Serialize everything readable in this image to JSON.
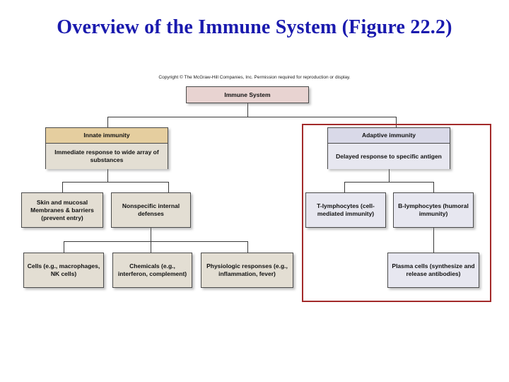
{
  "slide": {
    "title": "Overview of the Immune System (Figure 22.2)",
    "copyright": "Copyright © The McGraw-Hill Companies, Inc. Permission required for reproduction or display.",
    "title_color": "#1a1aae",
    "background_color": "#ffffff"
  },
  "diagram": {
    "root": {
      "label": "Immune System",
      "fill": "#e8d3d1"
    },
    "branches": [
      {
        "name": "innate",
        "header": "Innate immunity",
        "body": "Immediate response to wide array of substances",
        "header_fill": "#e5ce9f",
        "body_fill": "#e3ded3",
        "children": [
          {
            "label": "Skin and mucosal Membranes & barriers (prevent entry)",
            "lines": [
              "Skin and mucosal",
              "Membranes & barriers",
              "(prevent entry)"
            ],
            "fill": "#e3ded3"
          },
          {
            "label": "Nonspecific internal defenses",
            "lines": [
              "Nonspecific",
              "internal defenses"
            ],
            "fill": "#e3ded3",
            "children": [
              {
                "label": "Cells (e.g., macrophages, NK cells)",
                "lines": [
                  "Cells",
                  "(e.g., macrophages,",
                  "NK cells)"
                ],
                "fill": "#e3ded3"
              },
              {
                "label": "Chemicals (e.g., interferon, complement)",
                "lines": [
                  "Chemicals",
                  "(e.g., interferon,",
                  "complement)"
                ],
                "fill": "#e3ded3"
              },
              {
                "label": "Physiologic responses (e.g., inflammation, fever)",
                "lines": [
                  "Physiologic responses",
                  "(e.g., inflammation,",
                  "fever)"
                ],
                "fill": "#e3ded3"
              }
            ]
          }
        ]
      },
      {
        "name": "adaptive",
        "header": "Adaptive immunity",
        "body": "Delayed response to specific antigen",
        "header_fill": "#d9d9e8",
        "body_fill": "#e7e7f0",
        "highlight_border_color": "#a32a2a",
        "children": [
          {
            "label": "T-lymphocytes (cell-mediated immunity)",
            "lines": [
              "T-lymphocytes",
              "(cell-mediated",
              "immunity)"
            ],
            "fill": "#e7e7f0"
          },
          {
            "label": "B-lymphocytes (humoral immunity)",
            "lines": [
              "B-lymphocytes",
              "(humoral immunity)"
            ],
            "fill": "#e7e7f0",
            "children": [
              {
                "label": "Plasma cells (synthesize and release antibodies)",
                "lines": [
                  "Plasma cells",
                  "(synthesize and",
                  "release antibodies)"
                ],
                "fill": "#e7e7f0"
              }
            ]
          }
        ]
      }
    ]
  }
}
